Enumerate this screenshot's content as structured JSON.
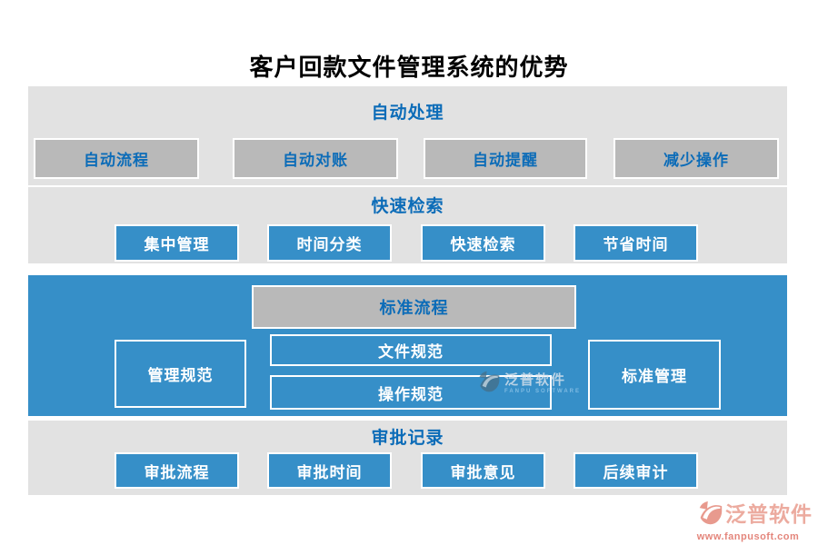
{
  "page_title": "客户回款文件管理系统的优势",
  "sections": {
    "auto": {
      "header": "自动处理",
      "boxes": [
        "自动流程",
        "自动对账",
        "自动提醒",
        "减少操作"
      ]
    },
    "search": {
      "header": "快速检索",
      "boxes": [
        "集中管理",
        "时间分类",
        "快速检索",
        "节省时间"
      ]
    },
    "standard": {
      "top": "标准流程",
      "left": "管理规范",
      "center_top": "文件规范",
      "center_bottom": "操作规范",
      "right": "标准管理"
    },
    "audit": {
      "header": "审批记录",
      "boxes": [
        "审批流程",
        "审批时间",
        "审批意见",
        "后续审计"
      ]
    }
  },
  "watermark": {
    "brand": "泛普软件",
    "subtitle": "FANPU SOFTWARE"
  },
  "footer": {
    "brand": "泛普软件",
    "website": "www.fanpusoft.com"
  },
  "colors": {
    "panel_blue": "#368fc8",
    "text_blue": "#0c6cb8",
    "panel_gray": "#e2e2e2",
    "box_gray": "#b9b9b9",
    "brand_salmon": "#ecab9f"
  }
}
